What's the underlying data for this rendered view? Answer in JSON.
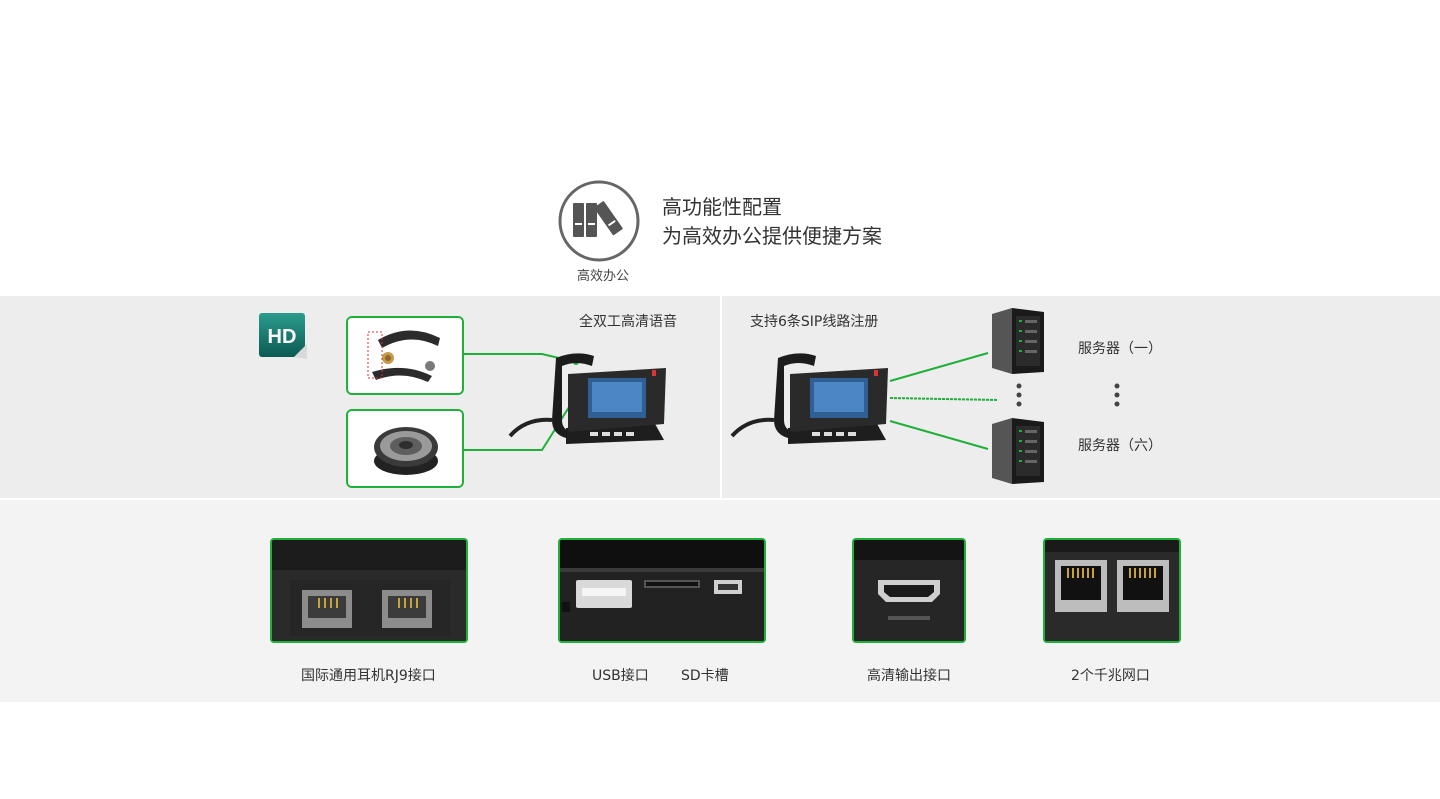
{
  "feature": {
    "icon_name": "office-binders-icon",
    "icon_label": "高效办公",
    "headline_1": "高功能性配置",
    "headline_2": "为高效办公提供便捷方案"
  },
  "voice": {
    "hd_badge": "HD",
    "title": "全双工高清语音",
    "handset_icon": "handset-exploded-icon",
    "speaker_icon": "speaker-icon"
  },
  "sip": {
    "title": "支持6条SIP线路注册",
    "server_first": "服务器（一）",
    "server_last": "服务器（六）"
  },
  "ports": [
    {
      "caption": "国际通用耳机RJ9接口"
    },
    {
      "caption_usb": "USB接口",
      "caption_sd": "SD卡槽"
    },
    {
      "caption": "高清输出接口"
    },
    {
      "caption": "2个千兆网口"
    }
  ],
  "colors": {
    "accent": "#1fb03a",
    "band": "#ecedec"
  }
}
